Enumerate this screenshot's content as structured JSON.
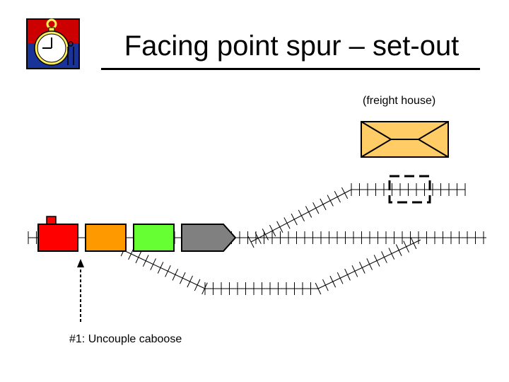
{
  "slide": {
    "title": "Facing point spur – set-out",
    "building_label": "(freight house)",
    "step_label": "#1:  Uncouple caboose"
  },
  "cars": [
    {
      "name": "caboose-car",
      "color": "#ff0000"
    },
    {
      "name": "orange-car",
      "color": "#ff9900"
    },
    {
      "name": "green-car",
      "color": "#66ff33"
    },
    {
      "name": "locomotive",
      "color": "#808080"
    }
  ],
  "colors": {
    "building": "#ffcc66",
    "logo_top": "#cc0000",
    "logo_bottom": "#1a3399",
    "watch": "#ffee55"
  },
  "icons": [
    "stopwatch-icon",
    "uncouple-arrow-icon"
  ]
}
